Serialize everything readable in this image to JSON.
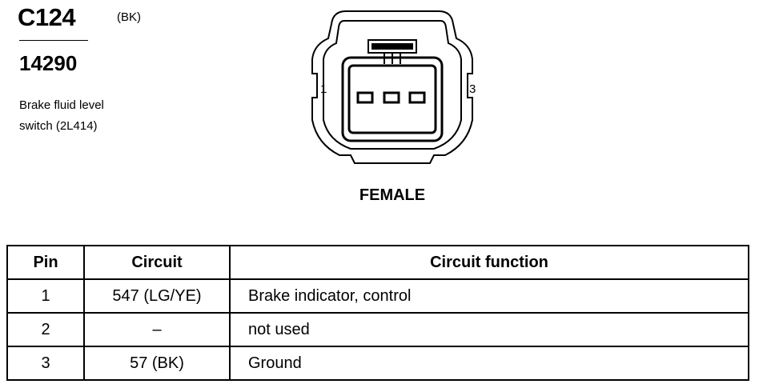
{
  "connector": {
    "id": "C124",
    "color": "(BK)",
    "part_number": "14290",
    "description_line1": "Brake fluid level",
    "description_line2": "switch (2L414)",
    "view": "FEMALE",
    "pin_left_label": "1",
    "pin_right_label": "3"
  },
  "table": {
    "headers": [
      "Pin",
      "Circuit",
      "Circuit function"
    ],
    "rows": [
      {
        "pin": "1",
        "circuit": "547 (LG/YE)",
        "function": "Brake indicator, control"
      },
      {
        "pin": "2",
        "circuit": "–",
        "function": "not used"
      },
      {
        "pin": "3",
        "circuit": "57 (BK)",
        "function": "Ground"
      }
    ]
  }
}
